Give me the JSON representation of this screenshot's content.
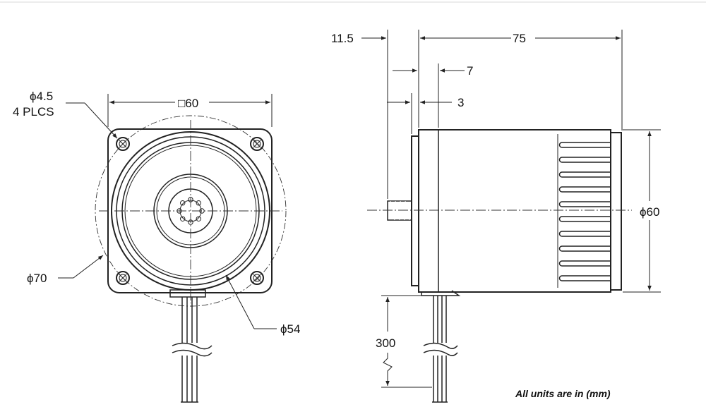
{
  "front_view": {
    "hole_dia": "4.5",
    "hole_count": "4 PLCS",
    "square_size": "60",
    "bolt_circle_dia": "70",
    "pilot_dia": "54"
  },
  "side_view": {
    "shaft_length": "11.5",
    "body_length": "75",
    "flange_thickness": "7",
    "pilot_depth": "3",
    "body_dia": "60",
    "lead_length": "300"
  },
  "diameter_symbol": "ϕ",
  "square_symbol": "□",
  "units_note": "All units are in (mm)"
}
